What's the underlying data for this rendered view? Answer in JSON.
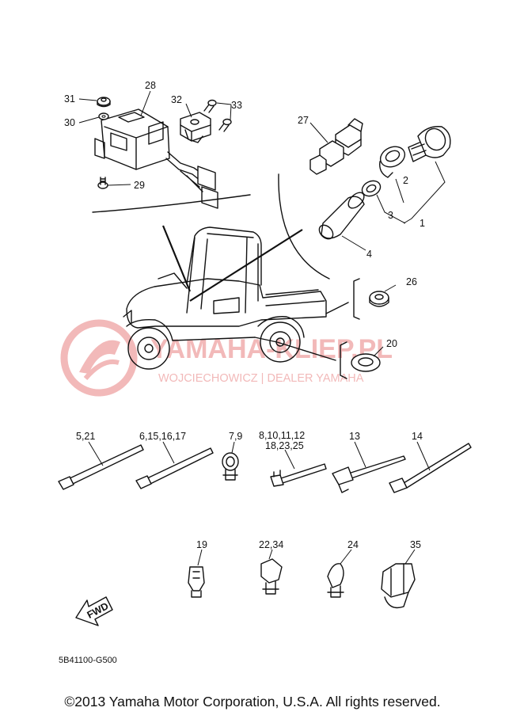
{
  "watermark": {
    "brand": "YAMAHA-KLIEP.PL",
    "tagline": "WOJCIECHOWICZ | DEALER YAMAHA",
    "color": "#f2b9b9"
  },
  "callouts": {
    "c1": "1",
    "c2": "2",
    "c3": "3",
    "c4": "4",
    "c20": "20",
    "c26": "26",
    "c27": "27",
    "c28": "28",
    "c29": "29",
    "c30": "30",
    "c31": "31",
    "c32": "32",
    "c33": "33",
    "c5_21": "5,21",
    "c6_15_16_17": "6,15,16,17",
    "c7_9": "7,9",
    "c8_line1": "8,10,11,12",
    "c8_line2": "18,23,25",
    "c13": "13",
    "c14": "14",
    "c19": "19",
    "c22_34": "22,34",
    "c24": "24",
    "c35": "35"
  },
  "fwd_label": "FWD",
  "diagram_code": "5B41100-G500",
  "copyright": "©2013 Yamaha Motor Corporation, U.S.A. All rights reserved."
}
